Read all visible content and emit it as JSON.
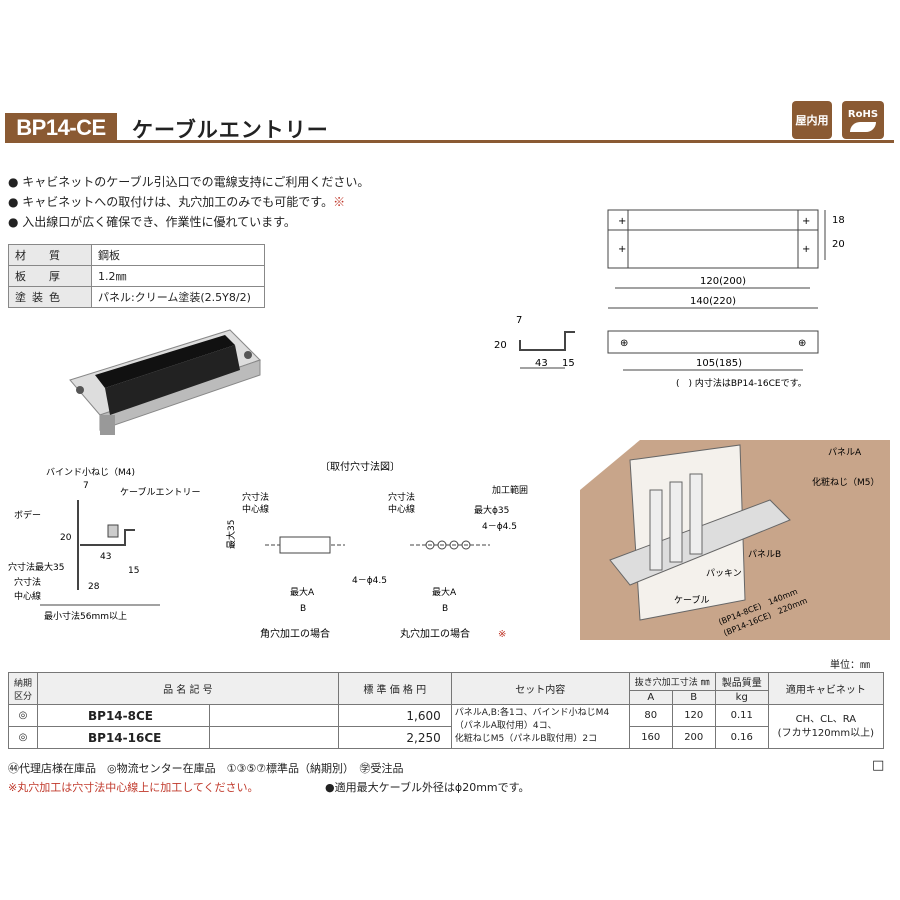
{
  "header": {
    "model": "BP14-CE",
    "title": "ケーブルエントリー",
    "badge_indoor": "屋内用",
    "badge_rohs": "RoHS"
  },
  "bullets": [
    "キャビネットのケーブル引込口での電線支持にご利用ください。",
    "キャビネットへの取付けは、丸穴加工のみでも可能です。",
    "※",
    "入出線口が広く確保でき、作業性に優れています。"
  ],
  "spec": [
    {
      "key": "材　質",
      "value": "鋼板"
    },
    {
      "key": "板　厚",
      "value": "1.2㎜"
    },
    {
      "key": "塗装色",
      "value": "パネル:クリーム塗装(2.5Y8/2)"
    }
  ],
  "dims": {
    "top_h1": "18",
    "top_h2": "20",
    "w_inner": "120(200)",
    "w_outer": "140(220)",
    "side_7": "7",
    "side_20": "20",
    "side_43": "43",
    "side_15": "15",
    "hole_pitch": "105(185)",
    "note": "(　) 内寸法はBP14-16CEです。"
  },
  "install": {
    "screw_label": "バインド小ねじ（M4)",
    "body": "ボデー",
    "entry": "ケーブルエントリー",
    "d7": "7",
    "d20": "20",
    "d43": "43",
    "d15": "15",
    "d28": "28",
    "max35": "穴寸法最大35",
    "center": "穴寸法",
    "center2": "中心線",
    "min56": "最小寸法56mm以上",
    "drawing_title": "〔取付穴寸法図〕",
    "hole_center": "穴寸法",
    "hole_center2": "中心線",
    "max35_v": "最大35",
    "maxA": "最大A",
    "B": "B",
    "phi45": "4－ϕ4.5",
    "square_case": "角穴加工の場合",
    "area": "加工範囲",
    "max_phi35": "最大ϕ35",
    "phi45b": "4－ϕ4.5",
    "round_case": "丸穴加工の場合",
    "round_mark": "※"
  },
  "iso": {
    "panelA": "パネルA",
    "screw": "化粧ねじ（M5）",
    "panelB": "パネルB",
    "packing": "パッキン",
    "cable": "ケーブル",
    "len1": "(BP14-8CE)　140mm",
    "len2": "(BP14-16CE)　220mm"
  },
  "unit_label": "単位：㎜",
  "table": {
    "h_lead": "納期\n区分",
    "h_name": "品 名 記 号",
    "h_price": "標 準 価 格 円",
    "h_set": "セット内容",
    "h_hole": "抜き穴加工寸法 ㎜",
    "h_A": "A",
    "h_B": "B",
    "h_weight": "製品質量",
    "h_kg": "kg",
    "h_cab": "適用キャビネット",
    "rows": [
      {
        "mark": "◎",
        "name": "BP14-8CE",
        "price": "1,600",
        "A": "80",
        "B": "120",
        "weight": "0.11"
      },
      {
        "mark": "◎",
        "name": "BP14-16CE",
        "price": "2,250",
        "A": "160",
        "B": "200",
        "weight": "0.16"
      }
    ],
    "set_lines": [
      "パネルA,B:各1コ、バインド小ねじM4",
      "（パネルA取付用）4コ、",
      "化粧ねじM5（パネルB取付用）2コ"
    ],
    "cab_lines": [
      "CH、CL、RA",
      "(フカサ120mm以上)"
    ]
  },
  "legend": "㊹代理店様在庫品　◎物流センター在庫品　①③⑤⑦標準品（納期別）　㊫受注品",
  "footnote_left": "※丸穴加工は穴寸法中心線上に加工してください。",
  "footnote_right": "●適用最大ケーブル外径はϕ20mmです。",
  "square": "□"
}
